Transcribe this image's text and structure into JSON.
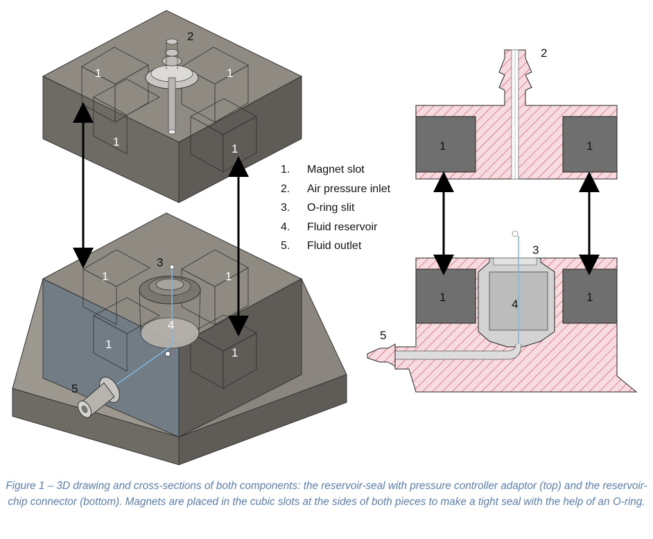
{
  "labels": {
    "magnet": "1",
    "air_inlet": "2",
    "oring": "3",
    "reservoir": "4",
    "outlet": "5"
  },
  "legend": [
    {
      "num": "1.",
      "text": "Magnet slot"
    },
    {
      "num": "2.",
      "text": "Air pressure inlet"
    },
    {
      "num": "3.",
      "text": "O-ring slit"
    },
    {
      "num": "4.",
      "text": "Fluid reservoir"
    },
    {
      "num": "5.",
      "text": "Fluid outlet"
    }
  ],
  "caption": "Figure 1 – 3D drawing and cross-sections of both components: the reservoir-seal with pressure controller adaptor (top) and the reservoir-chip connector (bottom). Magnets are placed in the cubic slots at the sides of both pieces to make a tight seal with the help of an O-ring.",
  "colors": {
    "block_top": "#8f8a82",
    "block_left": "#6e6a64",
    "block_right": "#5f5b56",
    "section_fill": "#f7dbe0",
    "section_hatch": "#c8555f",
    "magnet_fill": "#6f6f6f",
    "channel": "#7fb8e0",
    "caption": "#5b7fb0"
  }
}
